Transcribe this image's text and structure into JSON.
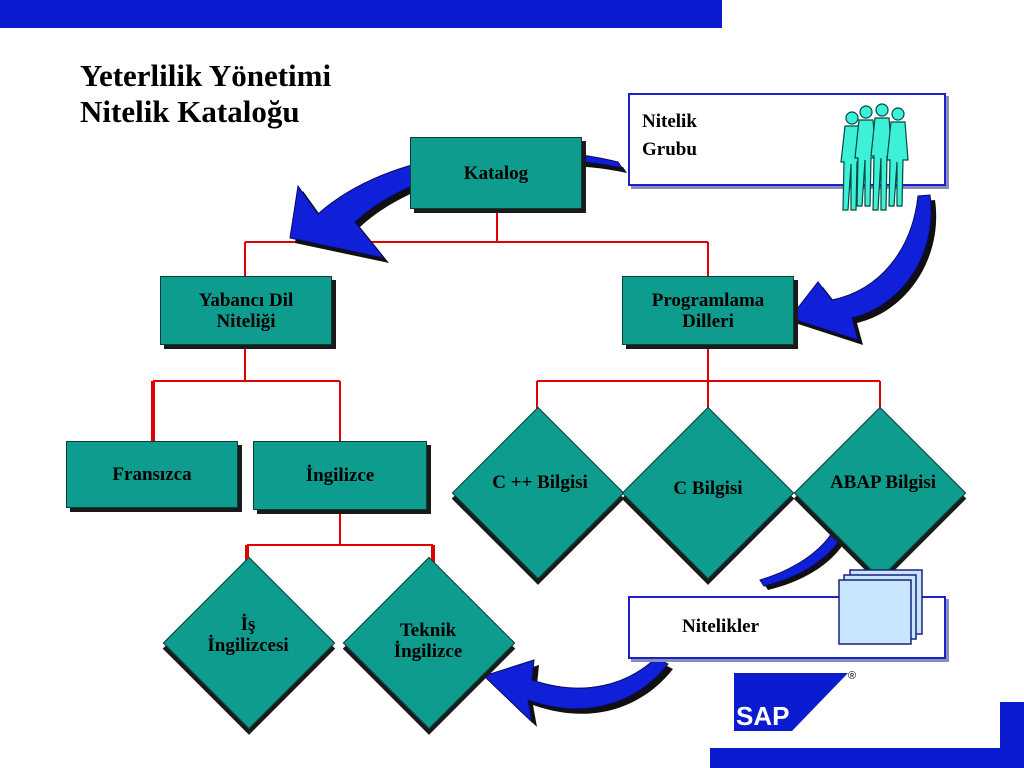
{
  "title": {
    "line1": "Yeterlilik Yönetimi",
    "line2": "Nitelik Kataloğu"
  },
  "nodes": {
    "catalog": "Katalog",
    "foreign_language": "Yabancı Dil\nNiteliği",
    "programming_languages": "Programlama\nDilleri",
    "french": "Fransızca",
    "english": "İngilizce",
    "business_english": "İş\nİngilizcesi",
    "technical_english": "Teknik\nİngilizce",
    "cpp_knowledge": "C ++ Bilgisi",
    "c_knowledge": "C Bilgisi",
    "abap_knowledge": "ABAP  Bilgisi"
  },
  "panels": {
    "qualification_group": "Nitelik\nGrubu",
    "qualifications": "Nitelikler"
  },
  "logo": {
    "text": "SAP",
    "registered": "®"
  },
  "colors": {
    "box_fill": "#0e9c8e",
    "connector": "#e00000",
    "arrow": "#1020d8",
    "brand_bar": "#0a1bd0"
  },
  "icons": [
    "people-group-icon",
    "documents-stack-icon",
    "curved-arrow-icon",
    "sap-logo"
  ]
}
